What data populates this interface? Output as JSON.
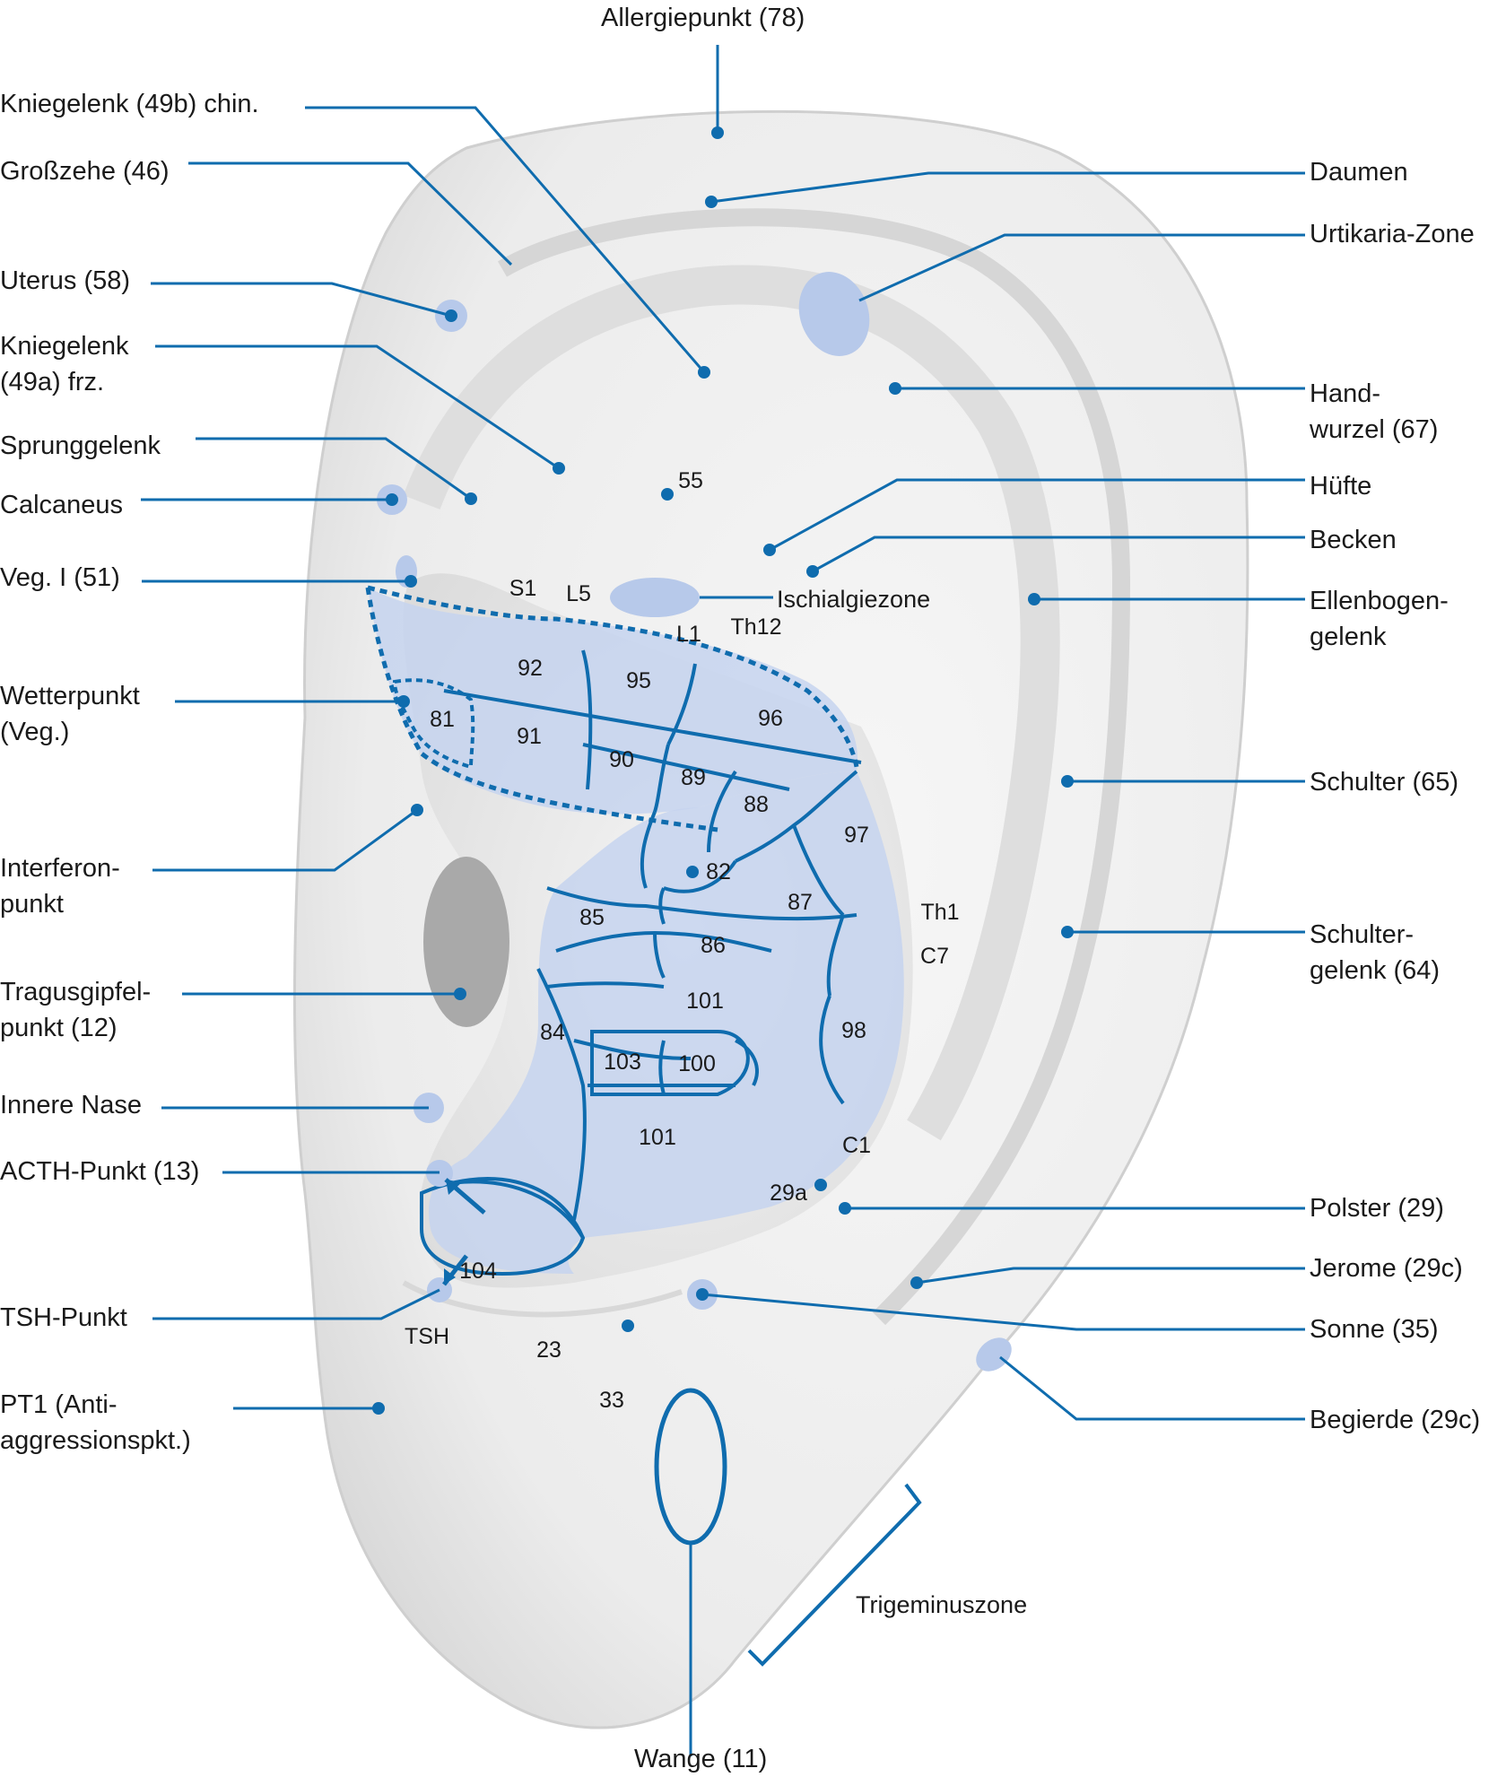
{
  "diagram": {
    "colors": {
      "line": "#0f6cae",
      "dot": "#0f6cae",
      "zone_fill": "#b7c9ea",
      "ear_fill": "#eeeeee",
      "ear_shadow": "#c9c9c9",
      "text": "#1a1a1a"
    },
    "labels": {
      "allergiepunkt": "Allergiepunkt (78)",
      "kniegelenk_49b": "Kniegelenk (49b) chin.",
      "grosszehe": "Großzehe (46)",
      "uterus": "Uterus (58)",
      "kniegelenk_49a": "Kniegelenk\n(49a) frz.",
      "sprunggelenk": "Sprunggelenk",
      "calcaneus": "Calcaneus",
      "veg_i": "Veg. I (51)",
      "wetterpunkt": "Wetterpunkt\n(Veg.)",
      "interferonpunkt": "Interferon-\npunkt",
      "tragusgipfelpunkt": "Tragusgipfel-\npunkt (12)",
      "innere_nase": "Innere Nase",
      "acth": "ACTH-Punkt (13)",
      "tsh": "TSH-Punkt",
      "pt1": "PT1 (Anti-\naggressionspkt.)",
      "daumen": "Daumen",
      "urtikaria": "Urtikaria-Zone",
      "handwurzel": "Hand-\nwurzel (67)",
      "huefte": "Hüfte",
      "becken": "Becken",
      "ellenbogen": "Ellenbogen-\ngelenk",
      "schulter": "Schulter (65)",
      "schultergelenk": "Schulter-\ngelenk (64)",
      "polster": "Polster (29)",
      "jerome": "Jerome (29c)",
      "sonne": "Sonne (35)",
      "begierde": "Begierde (29c)",
      "ischialgiezone": "Ischialgiezone",
      "trigeminuszone": "Trigeminuszone",
      "wange": "Wange (11)"
    },
    "inner_labels": {
      "p55": "55",
      "s1": "S1",
      "l5": "L5",
      "l1": "L1",
      "th12": "Th12",
      "z92": "92",
      "z95": "95",
      "z96": "96",
      "z81": "81",
      "z91": "91",
      "z90": "90",
      "z89": "89",
      "z88": "88",
      "z97": "97",
      "z82": "82",
      "z87": "87",
      "z85": "85",
      "z86": "86",
      "th1": "Th1",
      "c7": "C7",
      "z101a": "101",
      "z84": "84",
      "z98": "98",
      "z103": "103",
      "z100": "100",
      "z101b": "101",
      "c1": "C1",
      "p29a": "29a",
      "z104": "104",
      "tsh_small": "TSH",
      "p23": "23",
      "p33": "33"
    }
  }
}
